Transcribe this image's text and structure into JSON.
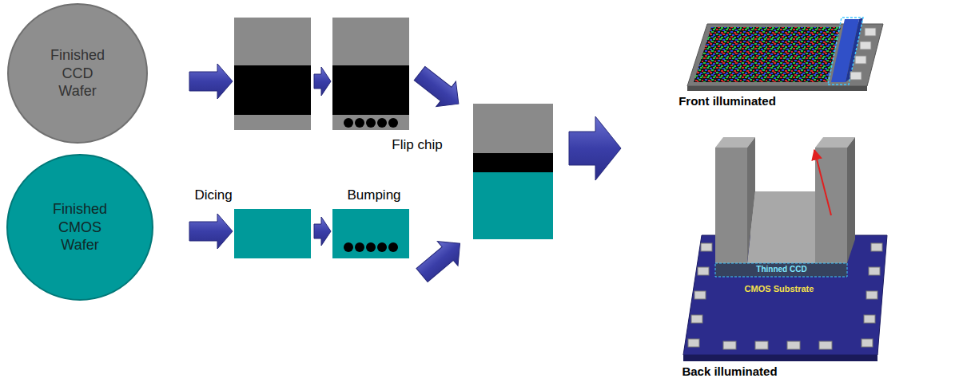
{
  "diagram": {
    "nodes": [
      {
        "text": [
          "Finished CCD Wafer"
        ]
      },
      {
        "text": [
          "Finished CMOS Wafer"
        ]
      }
    ],
    "labels": [
      "Flip chip",
      "Dicing",
      "Bumping",
      "Front illuminated",
      "Thinned CCD",
      "CMOS Substrate",
      "Back illuminated"
    ]
  }
}
